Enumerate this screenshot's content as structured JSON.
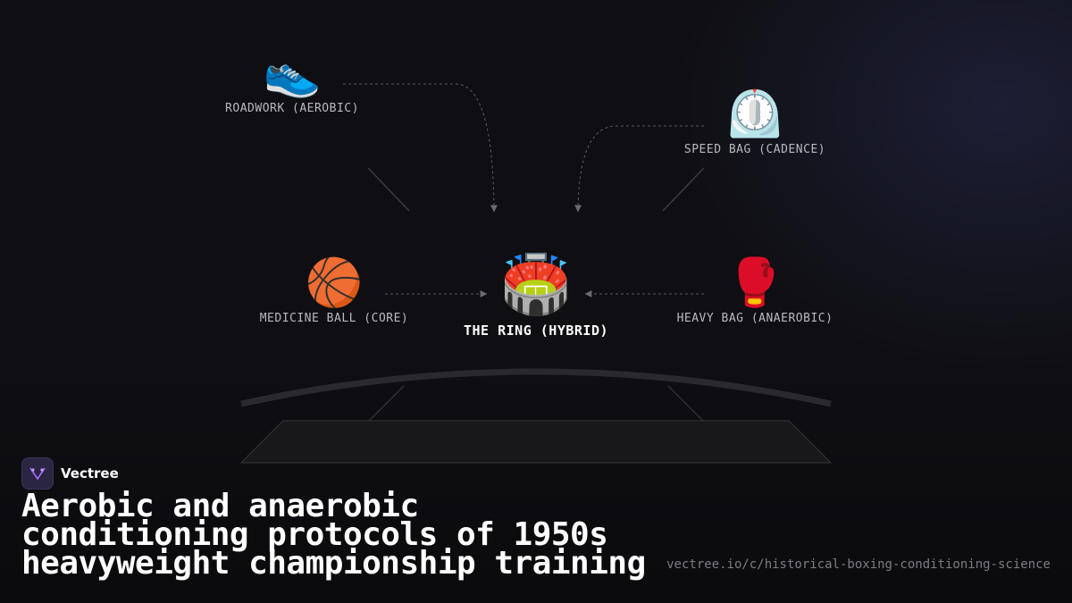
{
  "nodes": {
    "roadwork": {
      "label": "ROADWORK (AEROBIC)",
      "icon": "running-shoe-icon",
      "glyph": "👟"
    },
    "speed_bag": {
      "label": "SPEED BAG (CADENCE)",
      "icon": "stopwatch-icon",
      "glyph": "⏲️"
    },
    "medicine_ball": {
      "label": "MEDICINE BALL (CORE)",
      "icon": "ball-icon",
      "glyph": "🏀"
    },
    "ring": {
      "label": "THE RING (HYBRID)",
      "icon": "stadium-icon",
      "glyph": "🏟️"
    },
    "heavy_bag": {
      "label": "HEAVY BAG (ANAEROBIC)",
      "icon": "boxing-glove-icon",
      "glyph": "🥊"
    }
  },
  "brand": {
    "name": "Vectree",
    "icon": "vectree-logo-icon"
  },
  "title": {
    "line1": "Aerobic and anaerobic",
    "line2": "conditioning protocols of 1950s",
    "line3": "heavyweight championship training"
  },
  "url": "vectree.io/c/historical-boxing-conditioning-science",
  "colors": {
    "background": "#0f0f13",
    "connector": "#5a5a62",
    "label": "#b9b9c0",
    "accent": "#a86bff"
  }
}
